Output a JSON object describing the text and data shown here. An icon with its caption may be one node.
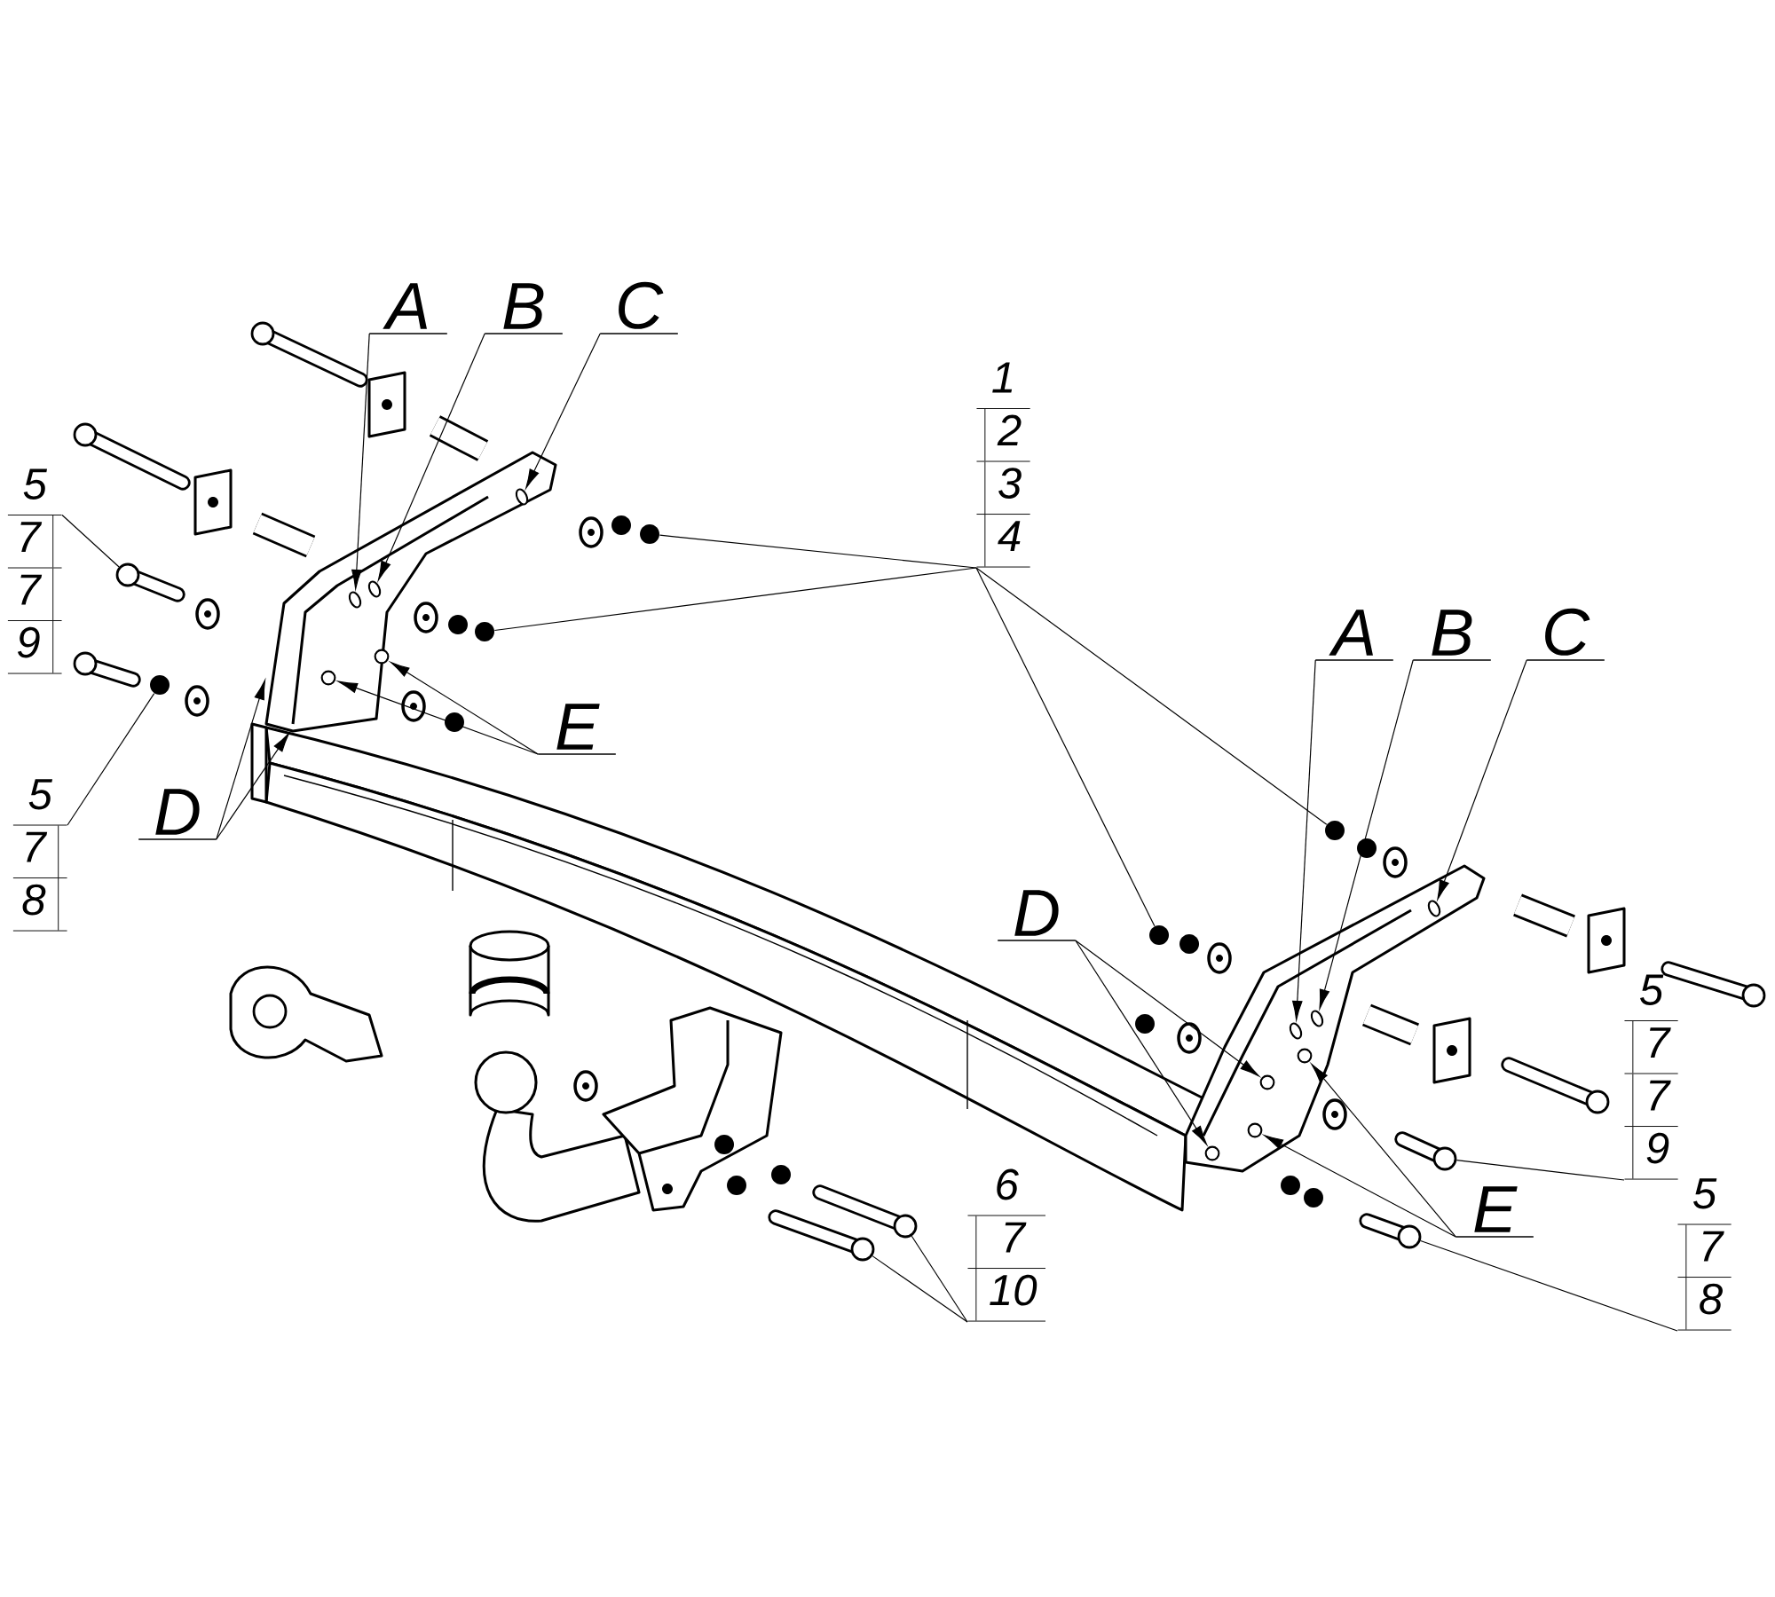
{
  "diagram": {
    "nodes": [
      {
        "text": [
          "A"
        ]
      },
      {
        "text": [
          "B"
        ]
      },
      {
        "text": [
          "C"
        ]
      },
      {
        "text": [
          "1",
          "2",
          "3",
          "4"
        ]
      },
      {
        "text": [
          "5",
          "7",
          "7",
          "9"
        ]
      },
      {
        "text": [
          "5",
          "7",
          "8"
        ]
      },
      {
        "text": [
          "D"
        ]
      },
      {
        "text": [
          "E"
        ]
      },
      {
        "text": [
          "A"
        ]
      },
      {
        "text": [
          "B"
        ]
      },
      {
        "text": [
          "C"
        ]
      },
      {
        "text": [
          "D"
        ]
      },
      {
        "text": [
          "E"
        ]
      },
      {
        "text": [
          "5",
          "7",
          "7",
          "9"
        ]
      },
      {
        "text": [
          "5",
          "7",
          "8"
        ]
      },
      {
        "text": [
          "6",
          "7",
          "10"
        ]
      },
      {
        "text": [],
        "shape": "bracket"
      },
      {
        "text": [],
        "shape": "bracket"
      },
      {
        "text": [],
        "shape": "nut"
      },
      {
        "text": [],
        "shape": "nut"
      },
      {
        "text": [],
        "shape": "nut"
      },
      {
        "text": [],
        "shape": "nut"
      },
      {
        "text": [],
        "shape": "bolt"
      },
      {
        "text": [],
        "shape": "nut"
      },
      {
        "text": [],
        "shape": "bolt"
      },
      {
        "text": [],
        "shape": "bolt"
      },
      {
        "text": [],
        "shape": "bolt"
      },
      {
        "text": [],
        "shape": "bolt"
      },
      {
        "text": [],
        "shape": "bolt"
      },
      {
        "text": [],
        "shape": "bolt"
      },
      {
        "text": [],
        "shape": "bolt"
      },
      {
        "text": [],
        "shape": "bolt"
      },
      {
        "text": [],
        "shape": "bolt"
      },
      {
        "text": [],
        "shape": "nut"
      },
      {
        "text": [],
        "shape": "nut"
      },
      {
        "text": [],
        "shape": "nut"
      },
      {
        "text": [],
        "shape": "nut"
      },
      {
        "text": [],
        "shape": "nut"
      },
      {
        "text": [],
        "shape": "nut"
      },
      {
        "text": [],
        "shape": "nut"
      },
      {
        "text": [],
        "shape": "nut"
      },
      {
        "text": [],
        "shape": "nut"
      },
      {
        "text": [],
        "shape": "nut"
      },
      {
        "text": [],
        "shape": "nut"
      },
      {
        "text": [],
        "shape": "slot",
        "in": 16
      },
      {
        "text": [],
        "shape": "slot",
        "in": 16
      },
      {
        "text": [],
        "shape": "slot",
        "in": 16
      },
      {
        "text": [],
        "shape": "slot",
        "in": 17
      },
      {
        "text": [],
        "shape": "slot",
        "in": 17
      },
      {
        "text": [],
        "shape": "slot",
        "in": 17
      },
      {
        "text": [],
        "shape": "hole",
        "in": 16
      },
      {
        "text": [],
        "shape": "hole",
        "in": 16
      },
      {
        "text": [],
        "shape": "hole",
        "in": 17
      },
      {
        "text": [],
        "shape": "hole",
        "in": 17
      },
      {
        "text": [],
        "shape": "hole",
        "in": 17
      },
      {
        "text": [],
        "shape": "hole",
        "in": 17
      }
    ],
    "edges": [
      {
        "from": 0,
        "to": 44,
        "arrow": "to"
      },
      {
        "from": 1,
        "to": 45,
        "arrow": "to"
      },
      {
        "from": 2,
        "to": 46,
        "arrow": "to"
      },
      {
        "from": 3,
        "to": 18,
        "arrow": "none"
      },
      {
        "from": 3,
        "to": 19,
        "arrow": "none"
      },
      {
        "from": 3,
        "to": 20,
        "arrow": "none"
      },
      {
        "from": 3,
        "to": 21,
        "arrow": "none"
      },
      {
        "from": 4,
        "to": 22,
        "arrow": "none"
      },
      {
        "from": 5,
        "to": 23,
        "arrow": "none"
      },
      {
        "from": 6,
        "to": 16,
        "arrow": "to"
      },
      {
        "from": 6,
        "to": 16,
        "arrow": "to"
      },
      {
        "from": 7,
        "to": 50,
        "arrow": "to"
      },
      {
        "from": 7,
        "to": 51,
        "arrow": "to"
      },
      {
        "from": 8,
        "to": 47,
        "arrow": "to"
      },
      {
        "from": 9,
        "to": 48,
        "arrow": "to"
      },
      {
        "from": 10,
        "to": 49,
        "arrow": "to"
      },
      {
        "from": 11,
        "to": 52,
        "arrow": "to"
      },
      {
        "from": 11,
        "to": 53,
        "arrow": "to"
      },
      {
        "from": 12,
        "to": 54,
        "arrow": "to"
      },
      {
        "from": 12,
        "to": 55,
        "arrow": "to"
      },
      {
        "from": 13,
        "to": 24,
        "arrow": "none"
      },
      {
        "from": 14,
        "to": 25,
        "arrow": "none"
      },
      {
        "from": 15,
        "to": 26,
        "arrow": "none"
      },
      {
        "from": 15,
        "to": 27,
        "arrow": "none"
      }
    ]
  }
}
